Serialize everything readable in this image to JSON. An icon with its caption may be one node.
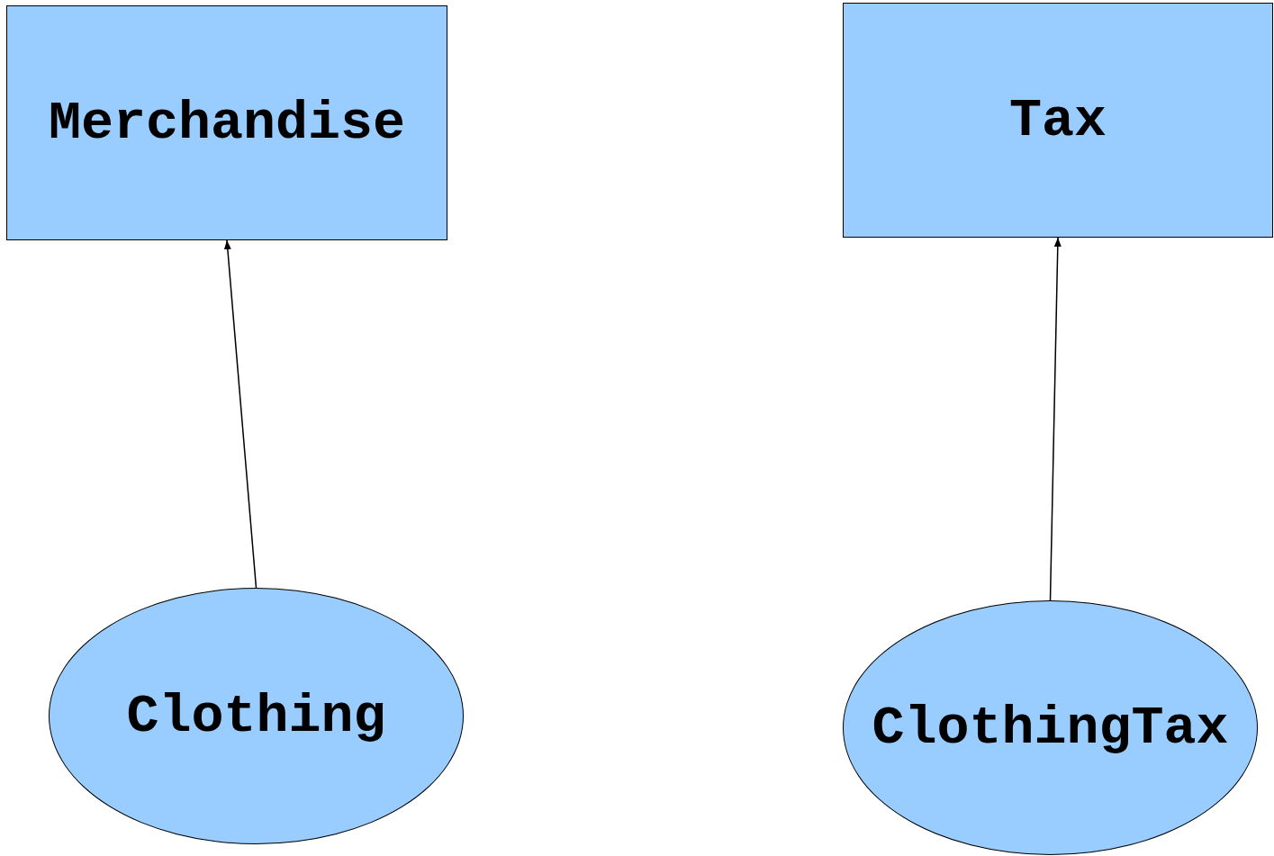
{
  "diagram": {
    "nodes": [
      {
        "text": [
          "Merchandise"
        ]
      },
      {
        "text": [
          "Tax"
        ]
      },
      {
        "text": [
          "Clothing"
        ]
      },
      {
        "text": [
          "ClothingTax"
        ]
      }
    ],
    "edges": [
      {
        "from": 2,
        "to": 0,
        "arrow": "to"
      },
      {
        "from": 3,
        "to": 1,
        "arrow": "to"
      }
    ]
  }
}
